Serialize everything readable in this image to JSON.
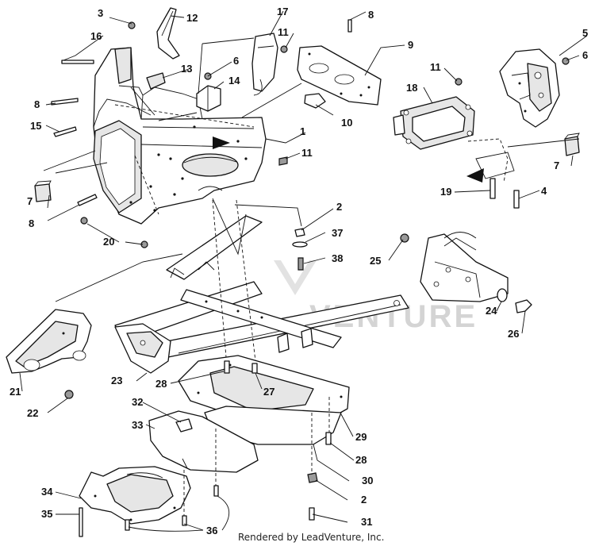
{
  "watermark": "VENTURE",
  "footer": {
    "credit": "Rendered by LeadVenture, Inc."
  },
  "callouts": [
    {
      "id": "c1",
      "label": "1"
    },
    {
      "id": "c2a",
      "label": "2"
    },
    {
      "id": "c2b",
      "label": "2"
    },
    {
      "id": "c3",
      "label": "3"
    },
    {
      "id": "c4",
      "label": "4"
    },
    {
      "id": "c5",
      "label": "5"
    },
    {
      "id": "c6a",
      "label": "6"
    },
    {
      "id": "c6b",
      "label": "6"
    },
    {
      "id": "c7a",
      "label": "7"
    },
    {
      "id": "c7b",
      "label": "7"
    },
    {
      "id": "c8a",
      "label": "8"
    },
    {
      "id": "c8b",
      "label": "8"
    },
    {
      "id": "c8c",
      "label": "8"
    },
    {
      "id": "c9",
      "label": "9"
    },
    {
      "id": "c10",
      "label": "10"
    },
    {
      "id": "c11a",
      "label": "11"
    },
    {
      "id": "c11b",
      "label": "11"
    },
    {
      "id": "c11c",
      "label": "11"
    },
    {
      "id": "c12",
      "label": "12"
    },
    {
      "id": "c13",
      "label": "13"
    },
    {
      "id": "c14",
      "label": "14"
    },
    {
      "id": "c15",
      "label": "15"
    },
    {
      "id": "c16",
      "label": "16"
    },
    {
      "id": "c17",
      "label": "17"
    },
    {
      "id": "c18",
      "label": "18"
    },
    {
      "id": "c19",
      "label": "19"
    },
    {
      "id": "c20",
      "label": "20"
    },
    {
      "id": "c21",
      "label": "21"
    },
    {
      "id": "c22",
      "label": "22"
    },
    {
      "id": "c23",
      "label": "23"
    },
    {
      "id": "c24",
      "label": "24"
    },
    {
      "id": "c25",
      "label": "25"
    },
    {
      "id": "c26",
      "label": "26"
    },
    {
      "id": "c27",
      "label": "27"
    },
    {
      "id": "c28a",
      "label": "28"
    },
    {
      "id": "c28b",
      "label": "28"
    },
    {
      "id": "c29",
      "label": "29"
    },
    {
      "id": "c30",
      "label": "30"
    },
    {
      "id": "c31",
      "label": "31"
    },
    {
      "id": "c32",
      "label": "32"
    },
    {
      "id": "c33",
      "label": "33"
    },
    {
      "id": "c34",
      "label": "34"
    },
    {
      "id": "c35",
      "label": "35"
    },
    {
      "id": "c36",
      "label": "36"
    },
    {
      "id": "c37",
      "label": "37"
    },
    {
      "id": "c38",
      "label": "38"
    }
  ]
}
